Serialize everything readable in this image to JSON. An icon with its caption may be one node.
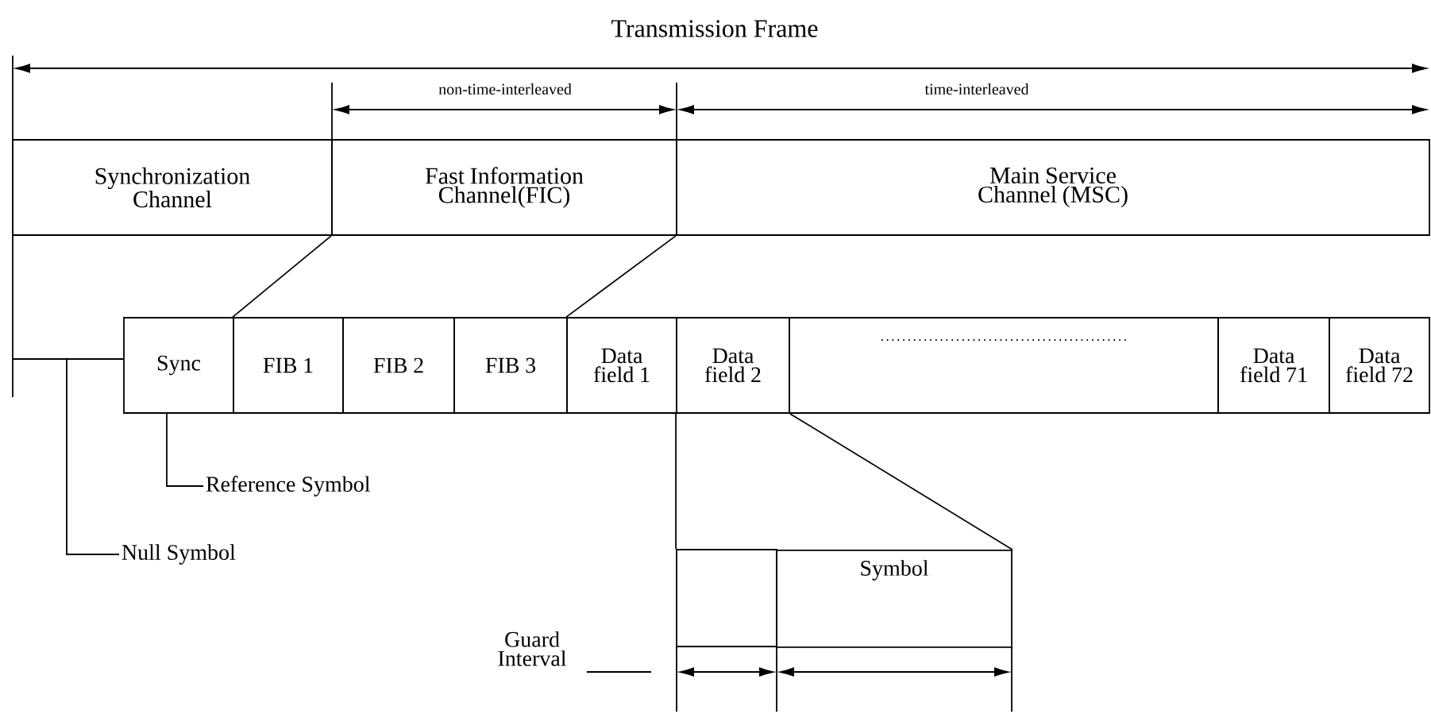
{
  "diagram": {
    "nodes": [
      {
        "text": [
          "Synchronization Channel"
        ]
      },
      {
        "text": [
          "Fast Information Channel(FIC)"
        ]
      },
      {
        "text": [
          "Main Service Channel (MSC)"
        ]
      },
      {
        "text": [
          "Sync"
        ]
      },
      {
        "text": [
          "FIB 1"
        ]
      },
      {
        "text": [
          "FIB 2"
        ]
      },
      {
        "text": [
          "FIB 3"
        ]
      },
      {
        "text": [
          "Data field 1"
        ]
      },
      {
        "text": [
          "Data field 2"
        ]
      },
      {
        "text": [],
        "shape": "box"
      },
      {
        "text": [
          "Data field 71"
        ]
      },
      {
        "text": [
          "Data field 72"
        ]
      },
      {
        "text": [
          "Reference Symbol"
        ]
      },
      {
        "text": [
          "Null Symbol"
        ]
      },
      {
        "text": [
          "Guard Interval"
        ]
      },
      {
        "text": [],
        "shape": "box"
      },
      {
        "text": [
          "Symbol"
        ]
      }
    ],
    "edges": [
      {
        "from": 12,
        "to": 3,
        "arrow": "none"
      },
      {
        "from": 1,
        "to": 4,
        "arrow": "none"
      },
      {
        "from": 2,
        "to": 7,
        "arrow": "none"
      },
      {
        "from": 8,
        "to": 15,
        "arrow": "none"
      },
      {
        "from": 8,
        "to": 16,
        "arrow": "none"
      },
      {
        "from": 13,
        "to": null,
        "arrow": "none"
      },
      {
        "from": 14,
        "to": null,
        "arrow": "none"
      }
    ],
    "labels": [
      "Transmission Frame",
      "non-time-interleaved",
      "time-interleaved"
    ]
  }
}
